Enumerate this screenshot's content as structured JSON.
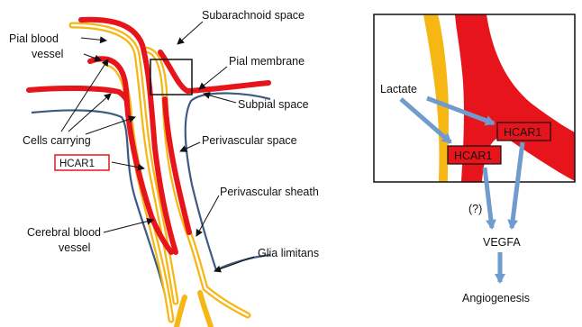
{
  "left_panel": {
    "labels": {
      "pial_blood_vessel_line1": "Pial blood",
      "pial_blood_vessel_line2": "vessel",
      "subarachnoid_space": "Subarachnoid space",
      "pial_membrane": "Pial membrane",
      "subpial_space": "Subpial space",
      "cells_carrying": "Cells carrying",
      "hcar1_box": "HCAR1",
      "perivascular_space": "Perivascular space",
      "perivascular_sheath": "Perivascular sheath",
      "cerebral_blood_vessel_line1": "Cerebral blood",
      "cerebral_blood_vessel_line2": "vessel",
      "glia_limitans": "Glia limitans"
    }
  },
  "right_panel": {
    "labels": {
      "lactate": "Lactate",
      "hcar1_a": "HCAR1",
      "hcar1_b": "HCAR1",
      "question": "(?)",
      "vegfa": "VEGFA",
      "angiogenesis": "Angiogenesis"
    }
  },
  "colors": {
    "vessel_red": "#e8141b",
    "membrane_yellow": "#f6b614",
    "glia_blue": "#3d5a80",
    "arrow_blue": "#6f9bcd",
    "hcar1_box_fill": "#e8141b",
    "hcar1_box_border": "#111111"
  }
}
